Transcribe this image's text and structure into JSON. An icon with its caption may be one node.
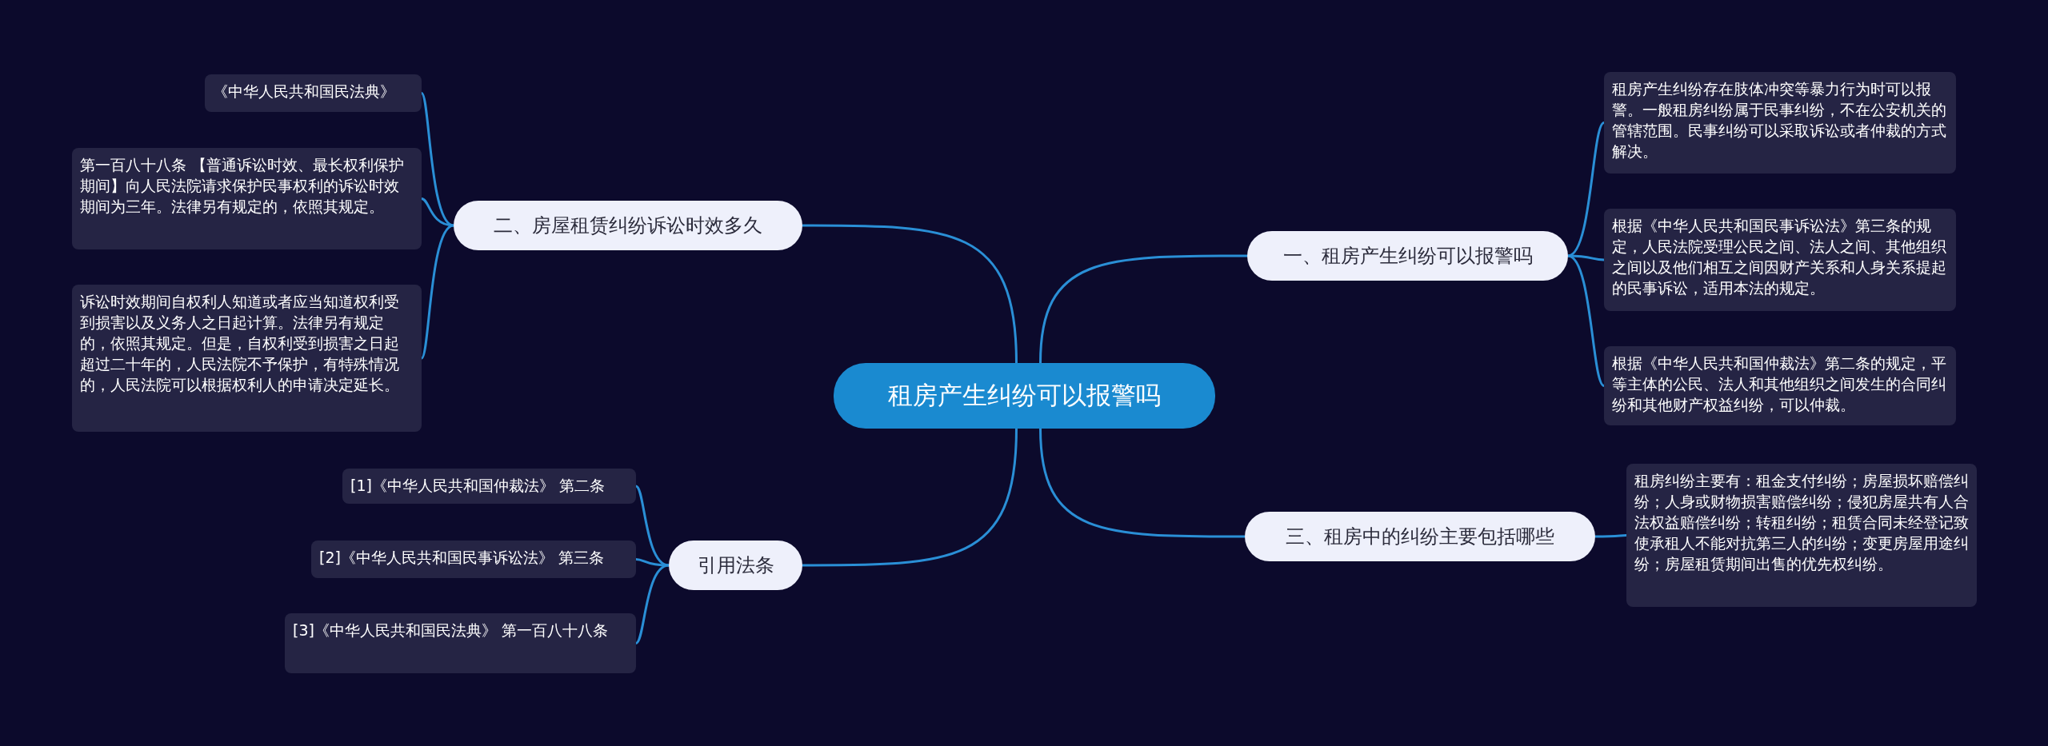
{
  "diagram": {
    "nodes": [
      {
        "text": [
          "租房产生纠纷可以报警吗"
        ]
      },
      {
        "text": [
          "一、租房产生纠纷可以报警吗"
        ]
      },
      {
        "text": [
          "租房产生纠纷存在肢体冲突等暴力行为时可以报警。一般租房纠纷属于民事纠纷，不在公安机关的管辖范围。民事纠纷可以采取诉讼或者仲裁的方式解决。"
        ]
      },
      {
        "text": [
          "根据《中华人民共和国民事诉讼法》第三条的规定，人民法院受理公民之间、法人之间、其他组织之间以及他们相互之间因财产关系和人身关系提起的民事诉讼，适用本法的规定。"
        ]
      },
      {
        "text": [
          "根据《中华人民共和国仲裁法》第二条的规定，平等主体的公民、法人和其他组织之间发生的合同纠纷和其他财产权益纠纷，可以仲裁。"
        ]
      },
      {
        "text": [
          "二、房屋租赁纠纷诉讼时效多久"
        ]
      },
      {
        "text": [
          "《中华人民共和国民法典》"
        ]
      },
      {
        "text": [
          "第一百八十八条 【普通诉讼时效、最长权利保护期间】向人民法院请求保护民事权利的诉讼时效期间为三年。法律另有规定的，依照其规定。"
        ]
      },
      {
        "text": [
          "诉讼时效期间自权利人知道或者应当知道权利受到损害以及义务人之日起计算。法律另有规定的，依照其规定。但是，自权利受到损害之日起超过二十年的，人民法院不予保护，有特殊情况的，人民法院可以根据权利人的申请决定延长。"
        ]
      },
      {
        "text": [
          "三、租房中的纠纷主要包括哪些"
        ]
      },
      {
        "text": [
          "租房纠纷主要有：租金支付纠纷；房屋损坏赔偿纠纷；人身或财物损害赔偿纠纷；侵犯房屋共有人合法权益赔偿纠纷；转租纠纷；租赁合同未经登记致使承租人不能对抗第三人的纠纷；变更房屋用途纠纷；房屋租赁期间出售的优先权纠纷。"
        ]
      },
      {
        "text": [
          "引用法条"
        ]
      },
      {
        "text": [
          "[1]《中华人民共和国仲裁法》 第二条"
        ]
      },
      {
        "text": [
          "[2]《中华人民共和国民事诉讼法》 第三条"
        ]
      },
      {
        "text": [
          "[3]《中华人民共和国民法典》 第一百八十八条"
        ]
      }
    ],
    "edges": [
      {
        "from": 0,
        "to": 1,
        "arrow": "none"
      },
      {
        "from": 1,
        "to": 2,
        "arrow": "none"
      },
      {
        "from": 1,
        "to": 3,
        "arrow": "none"
      },
      {
        "from": 1,
        "to": 4,
        "arrow": "none"
      },
      {
        "from": 0,
        "to": 5,
        "arrow": "none"
      },
      {
        "from": 5,
        "to": 6,
        "arrow": "none"
      },
      {
        "from": 5,
        "to": 7,
        "arrow": "none"
      },
      {
        "from": 5,
        "to": 8,
        "arrow": "none"
      },
      {
        "from": 0,
        "to": 9,
        "arrow": "none"
      },
      {
        "from": 9,
        "to": 10,
        "arrow": "none"
      },
      {
        "from": 0,
        "to": 11,
        "arrow": "none"
      },
      {
        "from": 11,
        "to": 12,
        "arrow": "none"
      },
      {
        "from": 11,
        "to": 13,
        "arrow": "none"
      },
      {
        "from": 11,
        "to": 14,
        "arrow": "none"
      }
    ]
  }
}
